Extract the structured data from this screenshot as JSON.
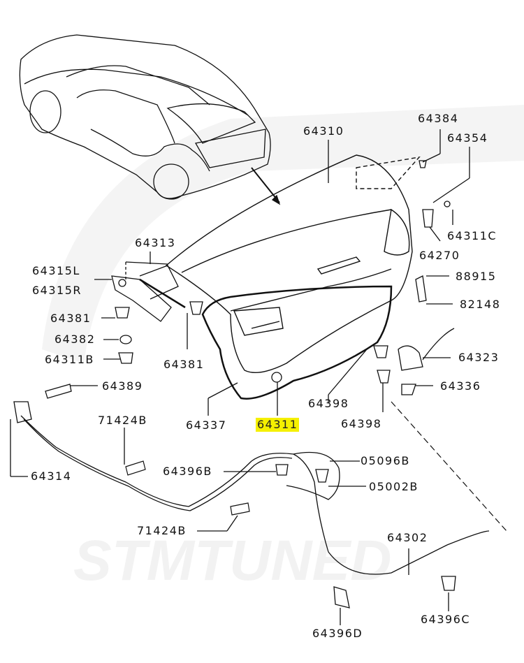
{
  "diagram": {
    "watermark": "STMTUNED",
    "highlighted_part": "64311",
    "labels": {
      "p64384": "64384",
      "p64354": "64354",
      "p64310": "64310",
      "p64311C": "64311C",
      "p64270": "64270",
      "p64313": "64313",
      "p64315L": "64315L",
      "p64315R": "64315R",
      "p88915": "88915",
      "p82148": "82148",
      "p64381a": "64381",
      "p64382": "64382",
      "p64311B": "64311B",
      "p64381b": "64381",
      "p64323": "64323",
      "p64389": "64389",
      "p64336": "64336",
      "p64398a": "64398",
      "p64337": "64337",
      "p64311": "64311",
      "p64398b": "64398",
      "p71424Ba": "71424B",
      "p64314": "64314",
      "p05096B": "05096B",
      "p64396B": "64396B",
      "p05002B": "05002B",
      "p71424Bb": "71424B",
      "p64302": "64302",
      "p64396C": "64396C",
      "p64396D": "64396D"
    }
  }
}
